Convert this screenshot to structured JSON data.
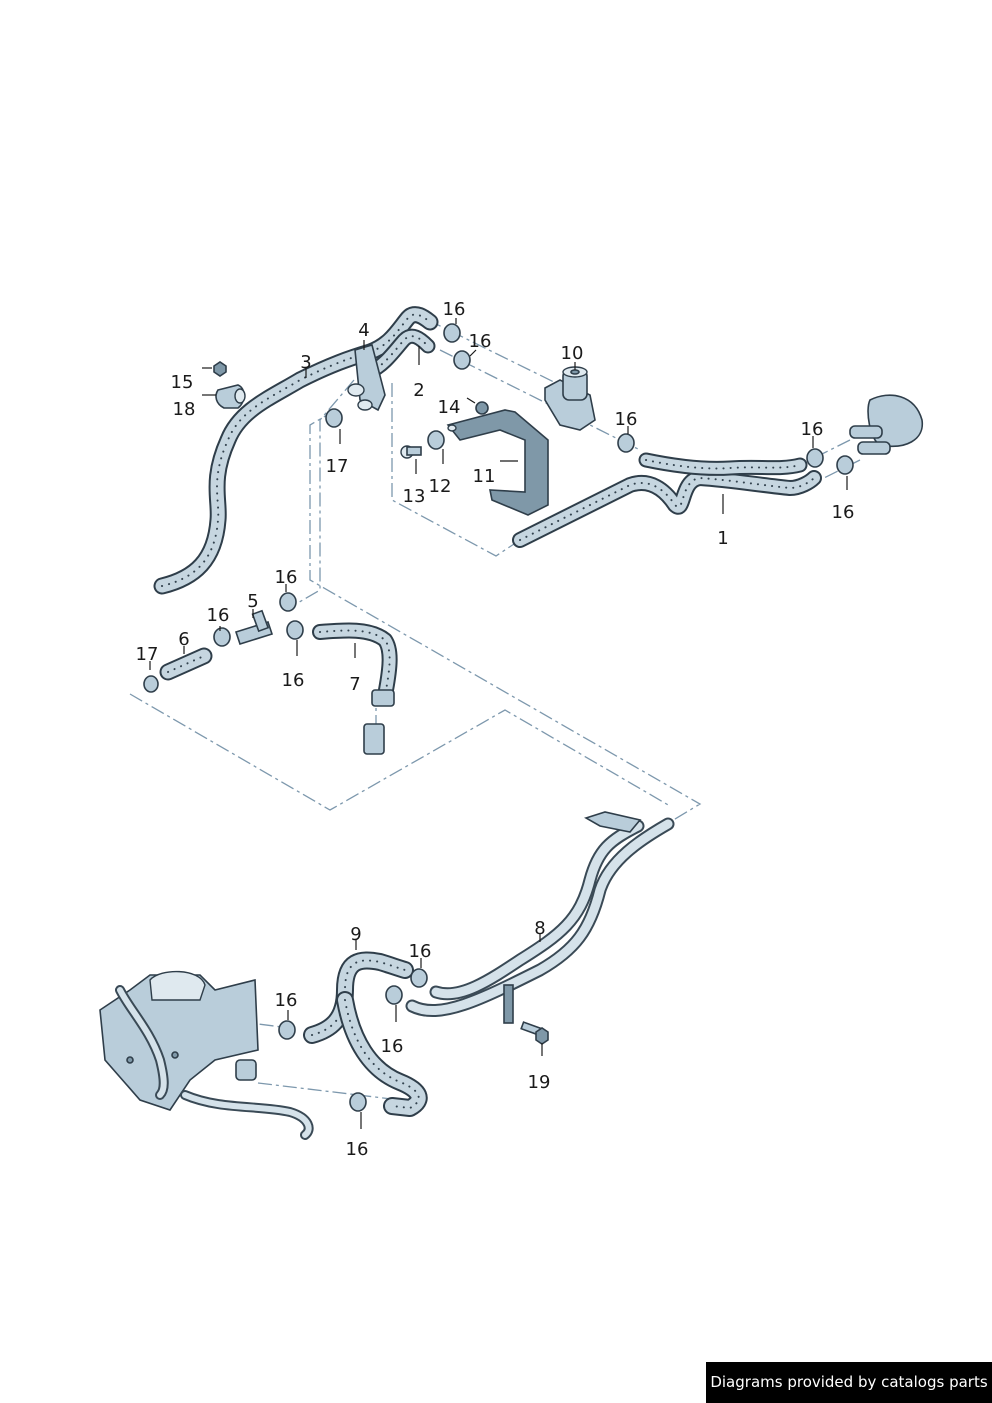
{
  "diagram": {
    "type": "exploded parts diagram",
    "subject": "coolant / heater hose assembly",
    "colors": {
      "part_fill": "#b9cdda",
      "part_outline": "#2f3e4a",
      "assembly_line": "#7d98ad",
      "label_text": "#1a1a1a",
      "background": "#ffffff"
    },
    "callouts": [
      {
        "id": "c1",
        "label": "1"
      },
      {
        "id": "c2",
        "label": "2"
      },
      {
        "id": "c3",
        "label": "3"
      },
      {
        "id": "c4",
        "label": "4"
      },
      {
        "id": "c5",
        "label": "5"
      },
      {
        "id": "c6",
        "label": "6"
      },
      {
        "id": "c7",
        "label": "7"
      },
      {
        "id": "c8",
        "label": "8"
      },
      {
        "id": "c9",
        "label": "9"
      },
      {
        "id": "c10",
        "label": "10"
      },
      {
        "id": "c11",
        "label": "11"
      },
      {
        "id": "c12",
        "label": "12"
      },
      {
        "id": "c13",
        "label": "13"
      },
      {
        "id": "c14",
        "label": "14"
      },
      {
        "id": "c15",
        "label": "15"
      },
      {
        "id": "c16a",
        "label": "16"
      },
      {
        "id": "c16b",
        "label": "16"
      },
      {
        "id": "c16c",
        "label": "16"
      },
      {
        "id": "c16d",
        "label": "16"
      },
      {
        "id": "c16e",
        "label": "16"
      },
      {
        "id": "c16f",
        "label": "16"
      },
      {
        "id": "c16g",
        "label": "16"
      },
      {
        "id": "c16h",
        "label": "16"
      },
      {
        "id": "c16i",
        "label": "16"
      },
      {
        "id": "c16j",
        "label": "16"
      },
      {
        "id": "c16k",
        "label": "16"
      },
      {
        "id": "c17a",
        "label": "17"
      },
      {
        "id": "c17b",
        "label": "17"
      },
      {
        "id": "c18",
        "label": "18"
      },
      {
        "id": "c19",
        "label": "19"
      }
    ]
  },
  "footer": {
    "attribution": "Diagrams provided by catalogs parts"
  }
}
